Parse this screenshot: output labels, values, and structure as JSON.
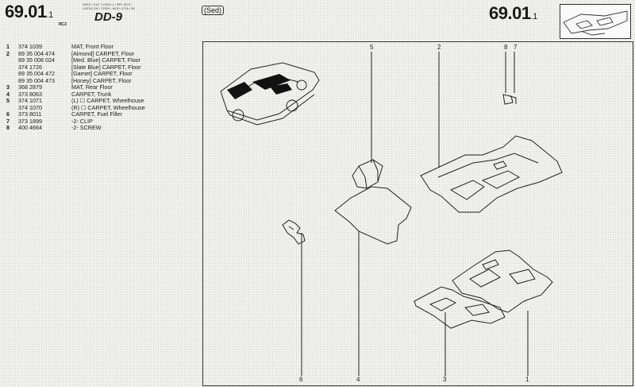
{
  "header": {
    "section_number": "69.01",
    "section_sub": ".1",
    "section_sub_note": "P.C.3",
    "reference_lines": [
      "DATE / CUT 1 DATA 1 / RPL RCS / ",
      "CATEG DE / TERR / MOD / ETA / 2B"
    ],
    "model_code": "DD-9",
    "variant": "(Sed)",
    "section_number_right": "69.01",
    "section_sub_right": ".1"
  },
  "parts": [
    {
      "idx": "1",
      "part": "374 1039",
      "desc": "MAT, Front Floor"
    },
    {
      "idx": "2",
      "part": "89 35 004 474",
      "desc": "[Almond]  CARPET, Floor"
    },
    {
      "idx": "",
      "part": "89 35 008 024",
      "desc": "[Med. Blue]  CARPET, Floor"
    },
    {
      "idx": "",
      "part": "374 1726",
      "desc": "[Slate Blue]  CARPET, Floor"
    },
    {
      "idx": "",
      "part": "89 35 004 472",
      "desc": "[Garnet]  CARPET, Floor"
    },
    {
      "idx": "",
      "part": "89 35 004 473",
      "desc": "[Honey]  CARPET, Floor"
    },
    {
      "idx": "3",
      "part": "368 2879",
      "desc": "MAT, Rear Floor"
    },
    {
      "idx": "4",
      "part": "373 8063",
      "desc": "CARPET, Trunk"
    },
    {
      "idx": "5",
      "part": "374 1071",
      "desc": "(L) ☐  CARPET, Wheelhouse"
    },
    {
      "idx": "",
      "part": "374 1070",
      "desc": "(R) ☐  CARPET, Wheelhouse"
    },
    {
      "idx": "6",
      "part": "373 8011",
      "desc": "CARPET, Fuel Filler"
    },
    {
      "idx": "7",
      "part": "373 1899",
      "desc": "-2- CLIP"
    },
    {
      "idx": "8",
      "part": "400 4664",
      "desc": "-2- SCREW"
    }
  ],
  "callouts": {
    "top": [
      "5",
      "2",
      "8",
      "7"
    ],
    "bottom": [
      "6",
      "4",
      "3",
      "1"
    ]
  }
}
